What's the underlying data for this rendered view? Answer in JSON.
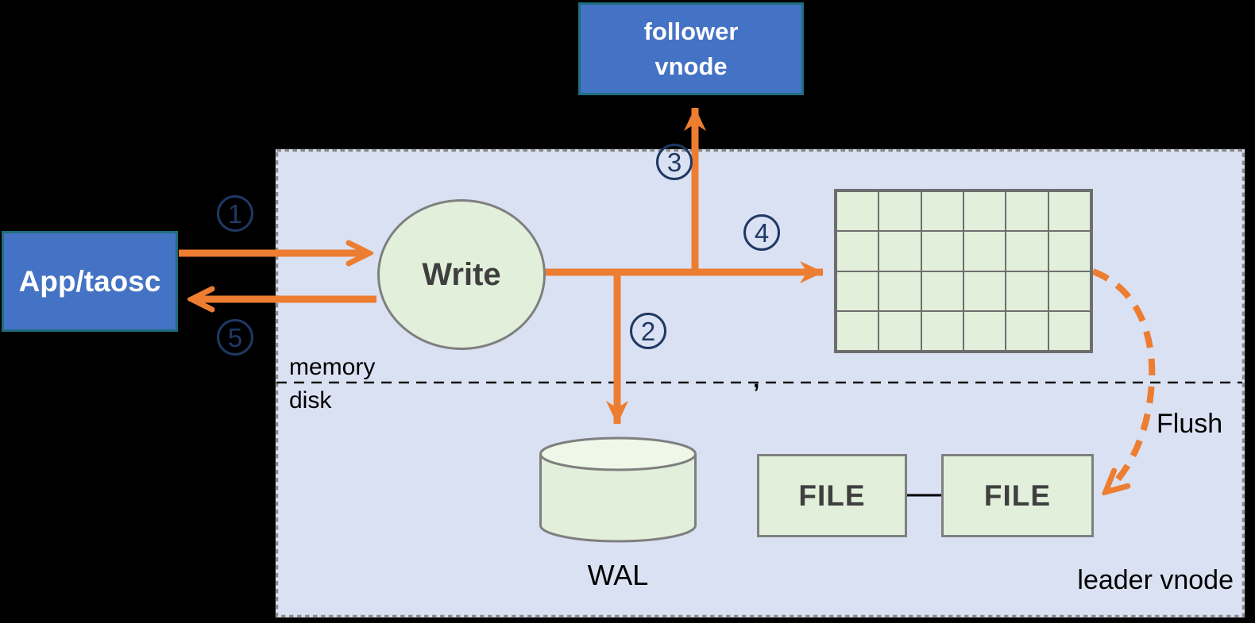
{
  "colors": {
    "canvas-bg": "#000000",
    "leader-fill": "#DAE1F2",
    "leader-border": "#8C8C8C",
    "node-blue": "#4472C4",
    "node-blue-border": "#1F6E7E",
    "green-fill": "#E2EFDA",
    "green-fill-light": "#EEF7E8",
    "shape-border": "#7F7F7F",
    "grid-line": "#6E6E6E",
    "arrow-orange": "#ED7D31",
    "step-navy": "#1F3864",
    "text-dark": "#3F3F3F"
  },
  "diagram": {
    "nodes": {
      "app": {
        "label": "App/taosc"
      },
      "follower": {
        "line1": "follower",
        "line2": "vnode"
      },
      "write": {
        "label": "Write"
      },
      "wal": {
        "label": "WAL"
      },
      "files": [
        {
          "label": "FILE"
        },
        {
          "label": "FILE"
        }
      ],
      "memtable": {
        "rows": 4,
        "cols": 6
      },
      "leader_label": "leader vnode"
    },
    "labels": {
      "memory": "memory",
      "disk": "disk",
      "flush": "Flush",
      "divider_mark": ","
    },
    "steps": [
      "1",
      "2",
      "3",
      "4",
      "5"
    ]
  }
}
